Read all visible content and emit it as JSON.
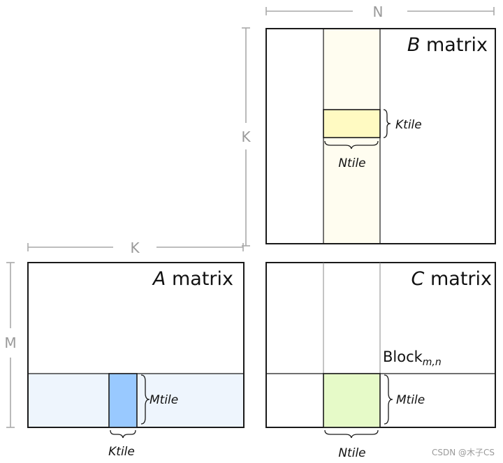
{
  "dimensions": {
    "n_top": "N",
    "k_right": "K",
    "k_middle": "K",
    "m_left": "M"
  },
  "b_matrix": {
    "title_var": "B",
    "title_word": " matrix",
    "ktile": "Ktile",
    "ntile": "Ntile"
  },
  "a_matrix": {
    "title_var": "A",
    "title_word": " matrix",
    "mtile": "Mtile",
    "ktile": "Ktile"
  },
  "c_matrix": {
    "title_var": "C",
    "title_word": " matrix",
    "block_label": "Block",
    "block_subscript": "m,n",
    "mtile": "Mtile",
    "ntile": "Ntile"
  },
  "watermark": "CSDN @木子CS",
  "colors": {
    "b_column": "#fffdf0",
    "b_tile": "#fffac2",
    "a_row": "#eef5fd",
    "a_tile": "#99c9ff",
    "c_tile": "#e6fac8",
    "dim_line": "#a8a8a8",
    "border": "#1a1a1a"
  }
}
